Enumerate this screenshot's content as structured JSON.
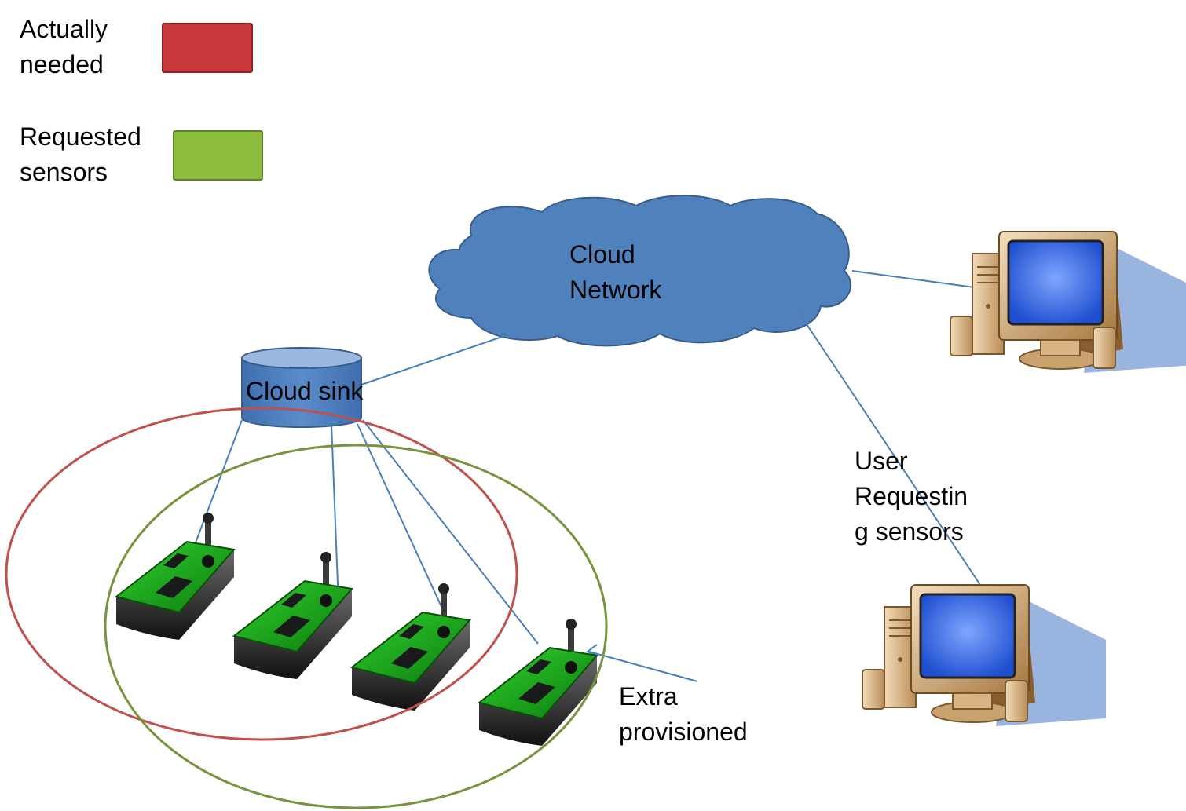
{
  "legend": {
    "needed": {
      "line1": "Actually",
      "line2": "needed",
      "color": "#c9383a"
    },
    "requested": {
      "line1": "Requested",
      "line2": "sensors",
      "color": "#8cbc3c"
    }
  },
  "cloud": {
    "line1": "Cloud",
    "line2": "Network",
    "color": "#4f81bd"
  },
  "sink": {
    "label": "Cloud sink",
    "color": "#4f81bd"
  },
  "user_label": {
    "line1": "User",
    "line2": "Requestin",
    "line3": "g  sensors"
  },
  "extra_label": {
    "line1": "Extra",
    "line2": "provisioned"
  },
  "regions": {
    "needed_color": "#c0504d",
    "requested_color": "#77933c"
  },
  "link_color": "#4a7ebb",
  "icons": [
    "cloud-icon",
    "database-icon",
    "sensor-node-icon",
    "desktop-computer-icon"
  ]
}
